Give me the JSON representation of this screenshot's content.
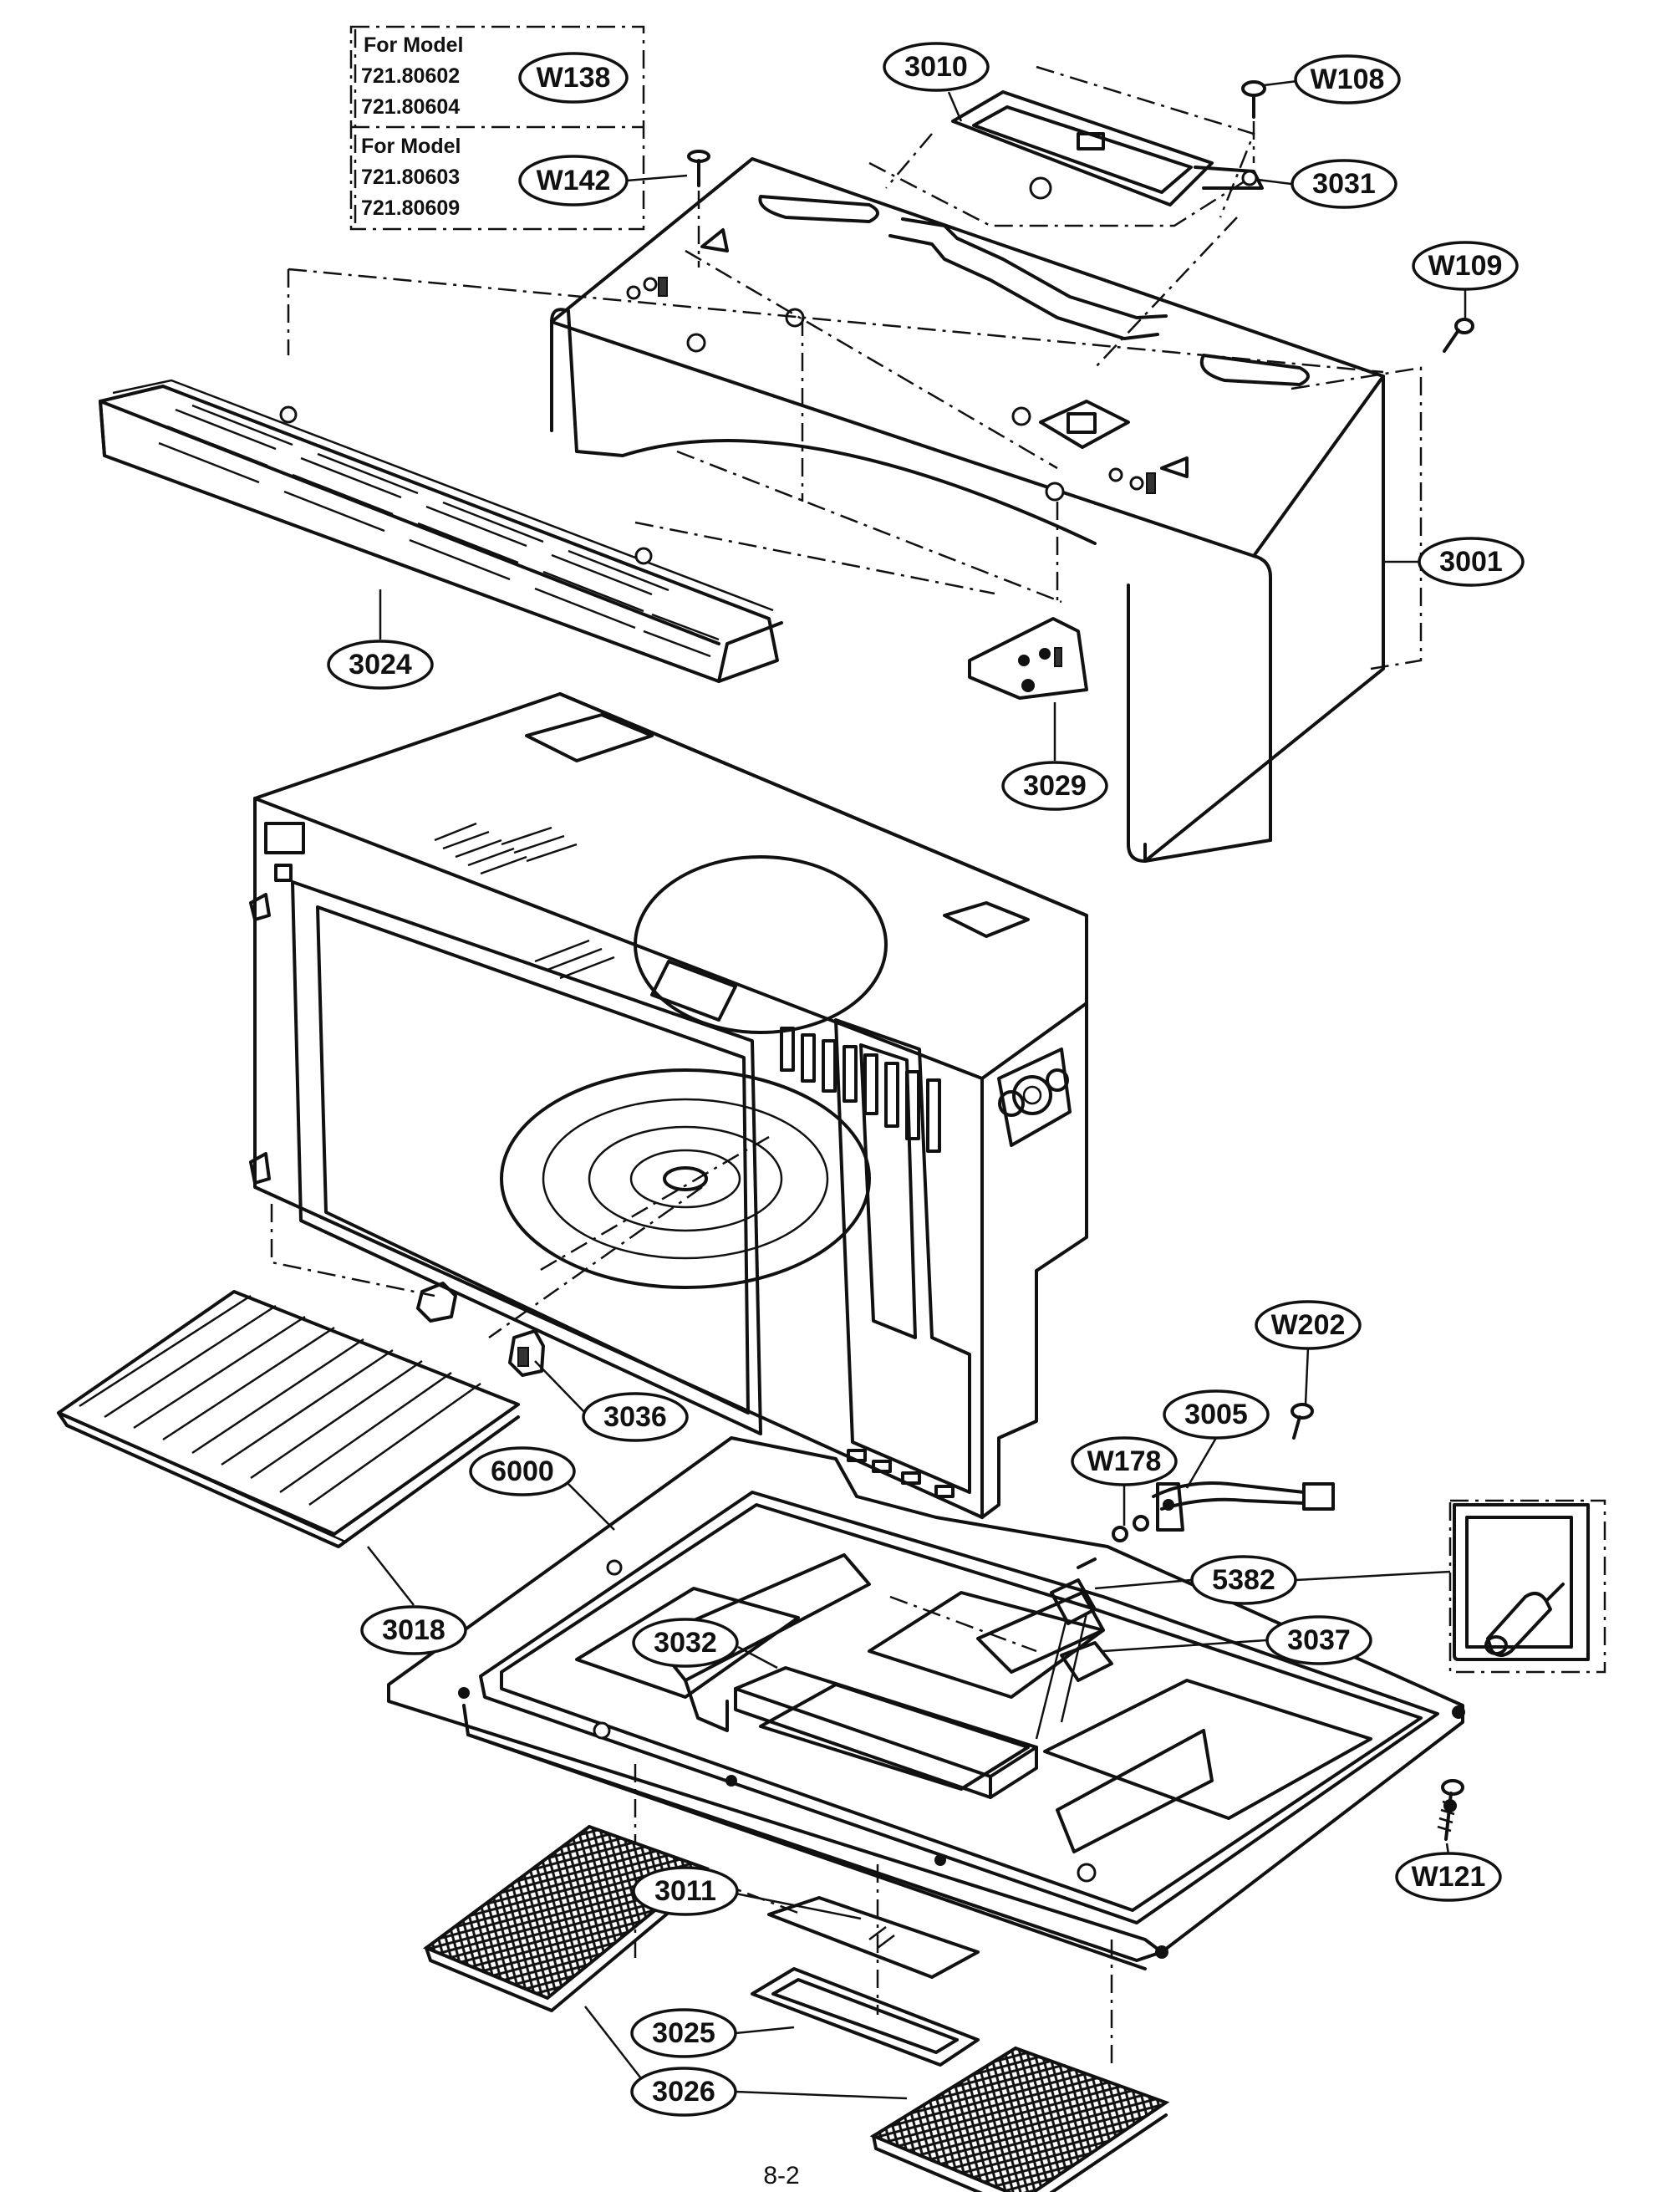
{
  "model_box": {
    "group_a": {
      "heading": "For Model",
      "models": [
        "721.80602",
        "721.80604"
      ],
      "part": "W138"
    },
    "group_b": {
      "heading": "For Model",
      "models": [
        "721.80603",
        "721.80609"
      ],
      "part": "W142"
    }
  },
  "callouts": {
    "p3010": "3010",
    "w108": "W108",
    "p3031": "3031",
    "w109": "W109",
    "p3001": "3001",
    "p3024": "3024",
    "p3029": "3029",
    "w202": "W202",
    "p3005": "3005",
    "w178": "W178",
    "p3036": "3036",
    "p6000": "6000",
    "p5382": "5382",
    "p3018": "3018",
    "p3032": "3032",
    "p3037": "3037",
    "p3011": "3011",
    "w121": "W121",
    "p3025": "3025",
    "p3026": "3026"
  },
  "page_number": "8-2"
}
